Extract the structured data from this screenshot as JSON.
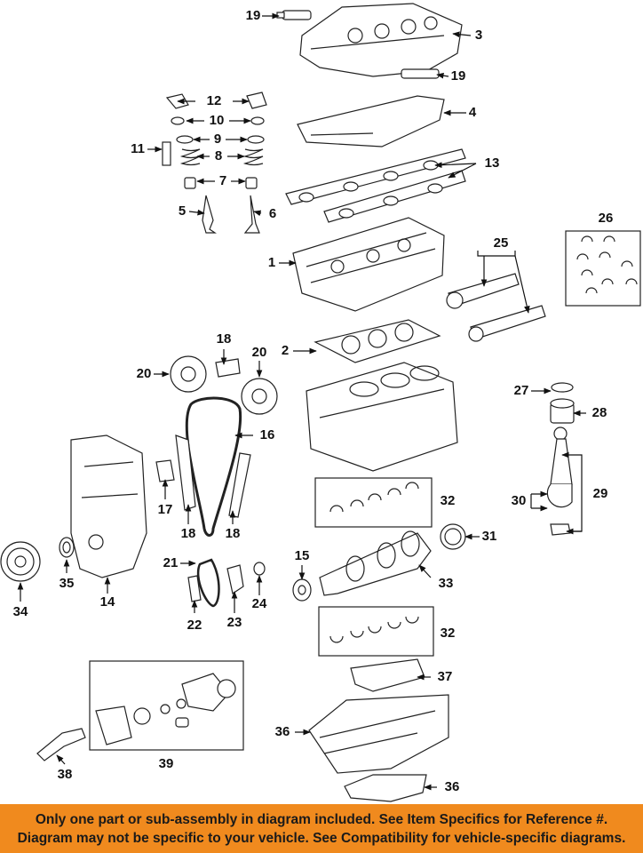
{
  "callouts": [
    {
      "id": "19a",
      "text": "19"
    },
    {
      "id": "3",
      "text": "3"
    },
    {
      "id": "19b",
      "text": "19"
    },
    {
      "id": "12",
      "text": "12"
    },
    {
      "id": "10",
      "text": "10"
    },
    {
      "id": "4",
      "text": "4"
    },
    {
      "id": "9",
      "text": "9"
    },
    {
      "id": "11",
      "text": "11"
    },
    {
      "id": "8",
      "text": "8"
    },
    {
      "id": "13",
      "text": "13"
    },
    {
      "id": "7",
      "text": "7"
    },
    {
      "id": "5",
      "text": "5"
    },
    {
      "id": "6",
      "text": "6"
    },
    {
      "id": "26",
      "text": "26"
    },
    {
      "id": "25",
      "text": "25"
    },
    {
      "id": "1",
      "text": "1"
    },
    {
      "id": "2",
      "text": "2"
    },
    {
      "id": "18a",
      "text": "18"
    },
    {
      "id": "20a",
      "text": "20"
    },
    {
      "id": "20b",
      "text": "20"
    },
    {
      "id": "27",
      "text": "27"
    },
    {
      "id": "28",
      "text": "28"
    },
    {
      "id": "16",
      "text": "16"
    },
    {
      "id": "29",
      "text": "29"
    },
    {
      "id": "30",
      "text": "30"
    },
    {
      "id": "17",
      "text": "17"
    },
    {
      "id": "18b",
      "text": "18"
    },
    {
      "id": "18c",
      "text": "18"
    },
    {
      "id": "32a",
      "text": "32"
    },
    {
      "id": "31",
      "text": "31"
    },
    {
      "id": "35",
      "text": "35"
    },
    {
      "id": "14",
      "text": "14"
    },
    {
      "id": "34",
      "text": "34"
    },
    {
      "id": "21",
      "text": "21"
    },
    {
      "id": "15",
      "text": "15"
    },
    {
      "id": "24",
      "text": "24"
    },
    {
      "id": "22",
      "text": "22"
    },
    {
      "id": "23",
      "text": "23"
    },
    {
      "id": "33",
      "text": "33"
    },
    {
      "id": "32b",
      "text": "32"
    },
    {
      "id": "37",
      "text": "37"
    },
    {
      "id": "36a",
      "text": "36"
    },
    {
      "id": "39",
      "text": "39"
    },
    {
      "id": "38",
      "text": "38"
    },
    {
      "id": "36b",
      "text": "36"
    }
  ],
  "banner": {
    "line1": "Only one part or sub-assembly in diagram included. See Item Specifics for Reference #.",
    "line2": "Diagram may not be specific to your vehicle. See Compatibility for vehicle-specific diagrams.",
    "background": "#f08a1e"
  }
}
